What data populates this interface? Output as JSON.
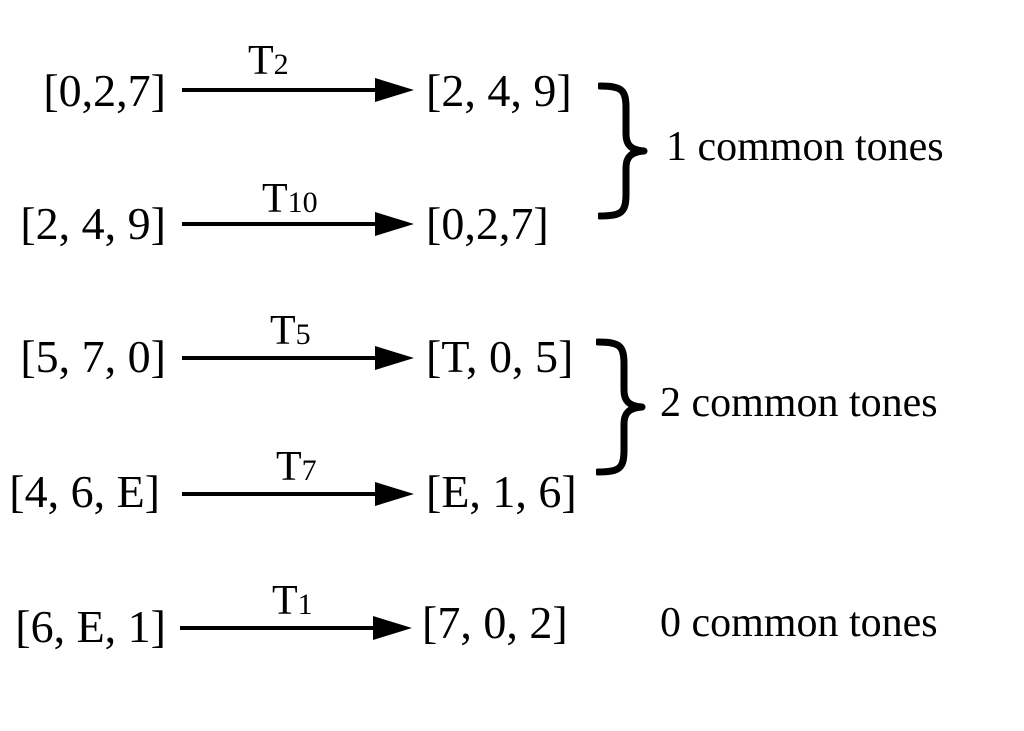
{
  "rows": [
    {
      "source": "[0,2,7]",
      "op_letter": "T",
      "op_sub": "2",
      "target": "[2, 4, 9]"
    },
    {
      "source": "[2, 4, 9]",
      "op_letter": "T",
      "op_sub": "10",
      "target": "[0,2,7]"
    },
    {
      "source": "[5, 7, 0]",
      "op_letter": "T",
      "op_sub": "5",
      "target": "[T, 0, 5]"
    },
    {
      "source": "[4, 6, E]",
      "op_letter": "T",
      "op_sub": "7",
      "target": "[E, 1, 6]"
    },
    {
      "source": "[6, E, 1]",
      "op_letter": "T",
      "op_sub": "1",
      "target": "[7, 0, 2]"
    }
  ],
  "groups": [
    {
      "label": "1 common tones"
    },
    {
      "label": "2 common tones"
    },
    {
      "label": "0 common tones"
    }
  ]
}
